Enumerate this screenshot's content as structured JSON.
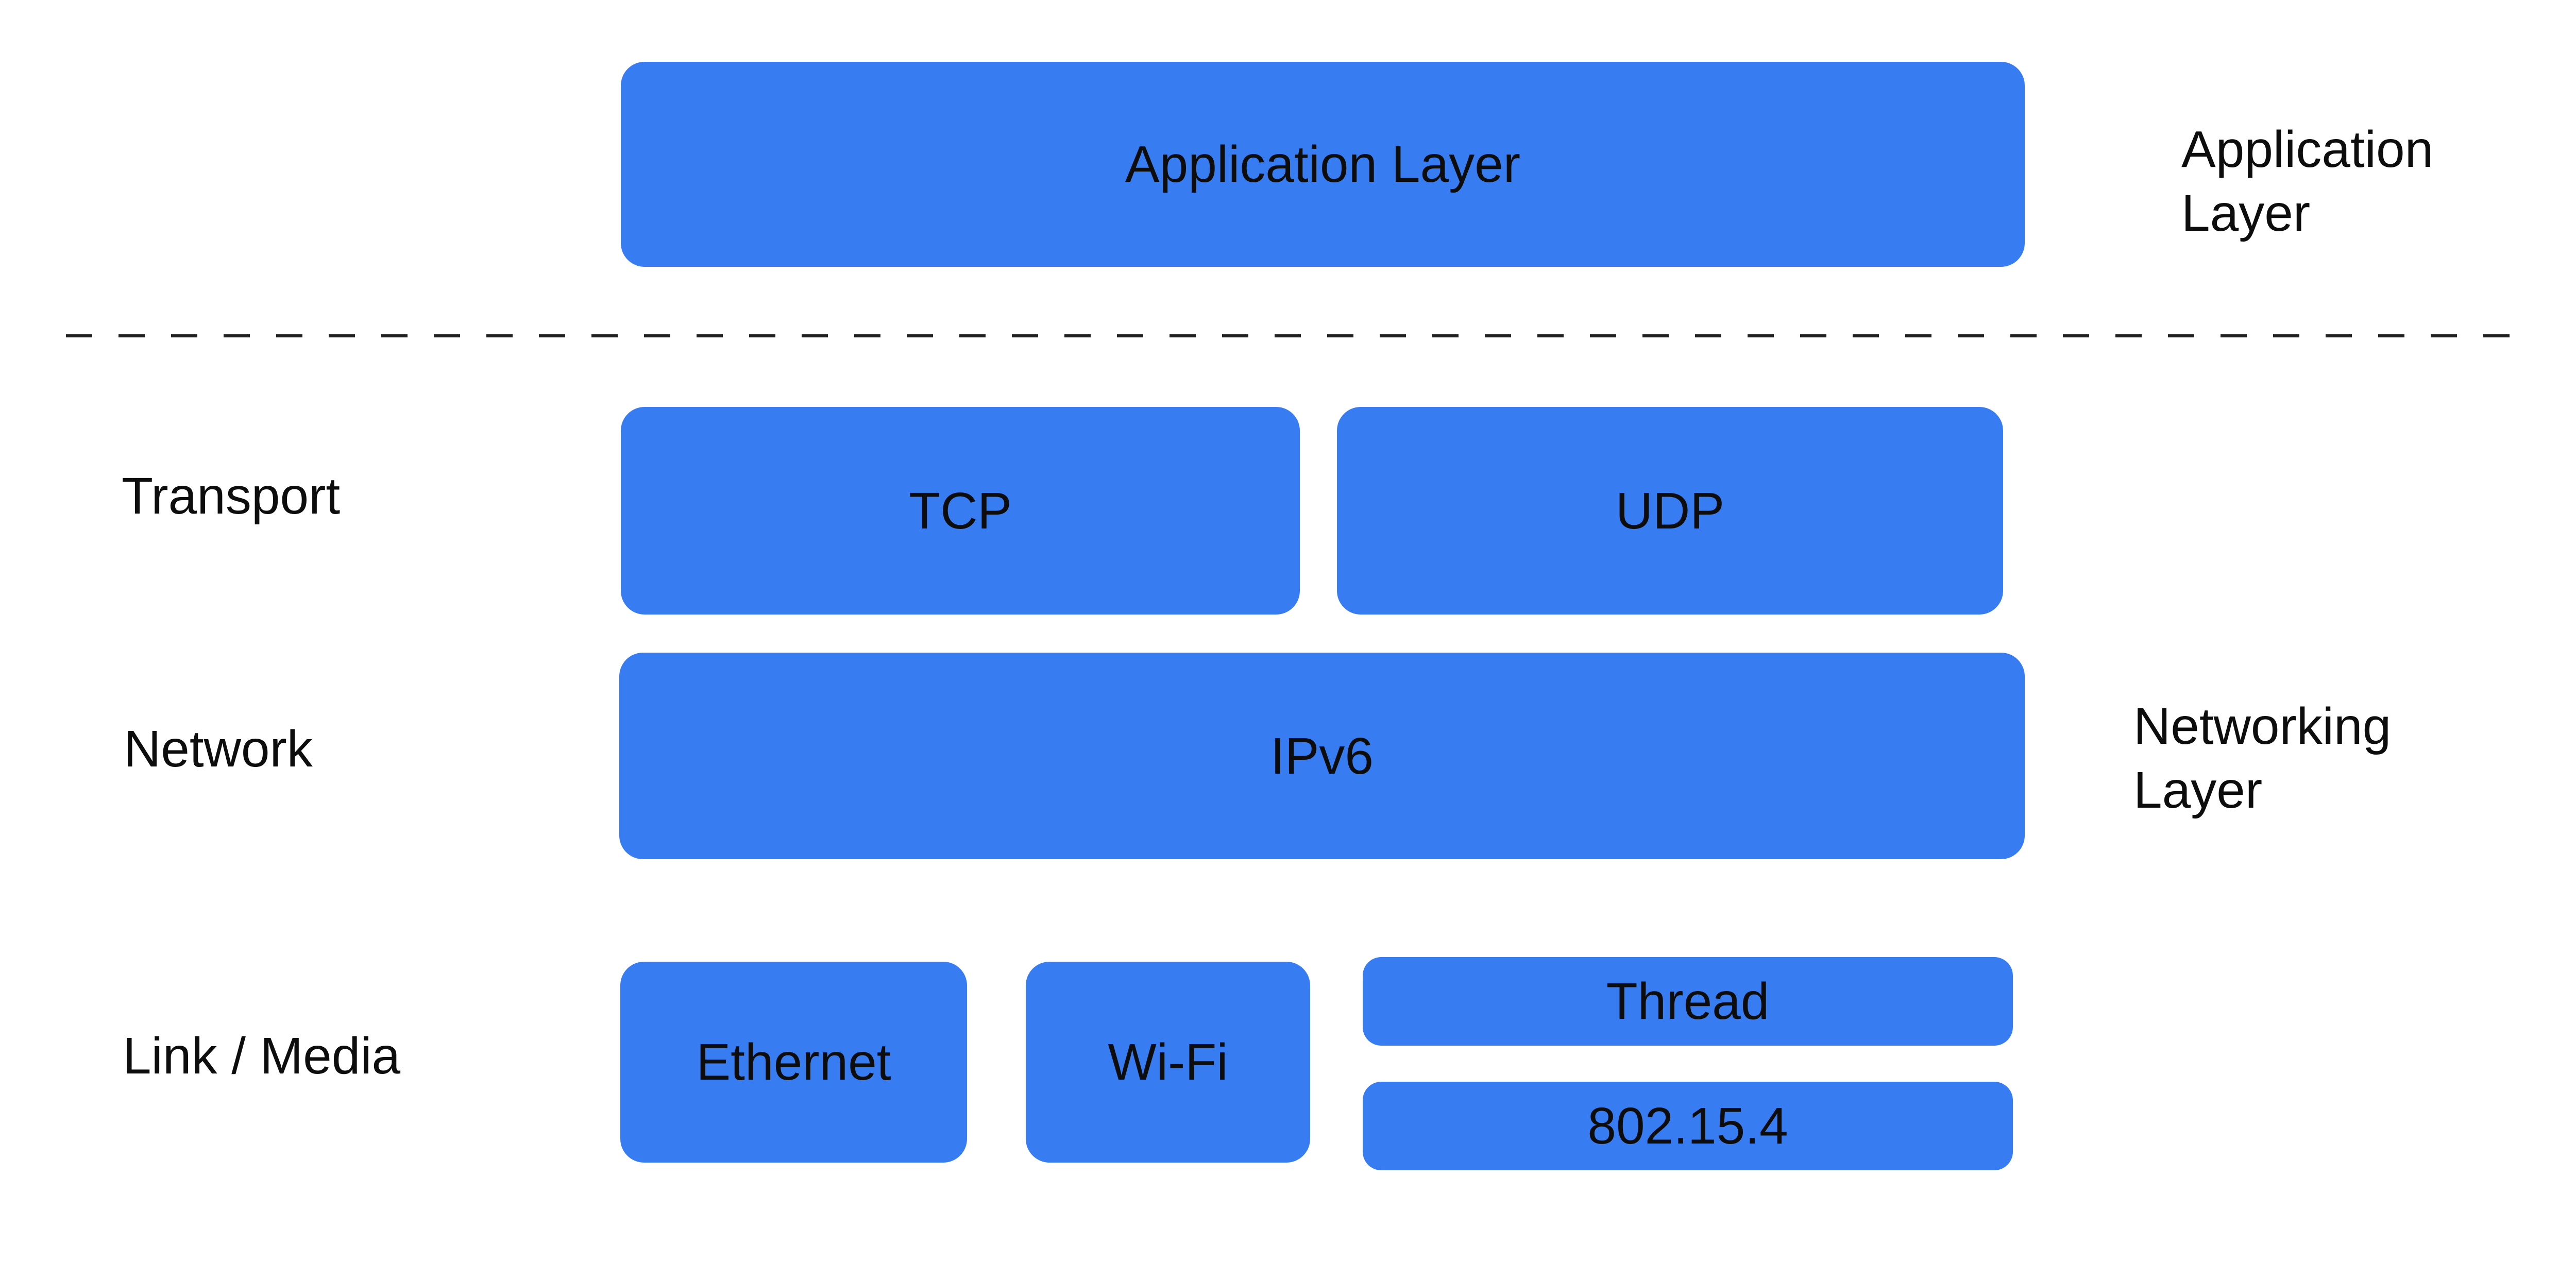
{
  "colors": {
    "box_fill": "#377DF1",
    "text": "#0D0D0D",
    "divider": "#212121",
    "background": "#FFFFFF"
  },
  "application": {
    "box_label": "Application Layer",
    "side_label": "Application Layer"
  },
  "transport": {
    "row_label": "Transport",
    "tcp_label": "TCP",
    "udp_label": "UDP"
  },
  "network": {
    "row_label": "Network",
    "ipv6_label": "IPv6",
    "side_label": "Networking Layer"
  },
  "link": {
    "row_label": "Link / Media",
    "ethernet_label": "Ethernet",
    "wifi_label": "Wi-Fi",
    "thread_label": "Thread",
    "ieee_label": "802.15.4"
  }
}
